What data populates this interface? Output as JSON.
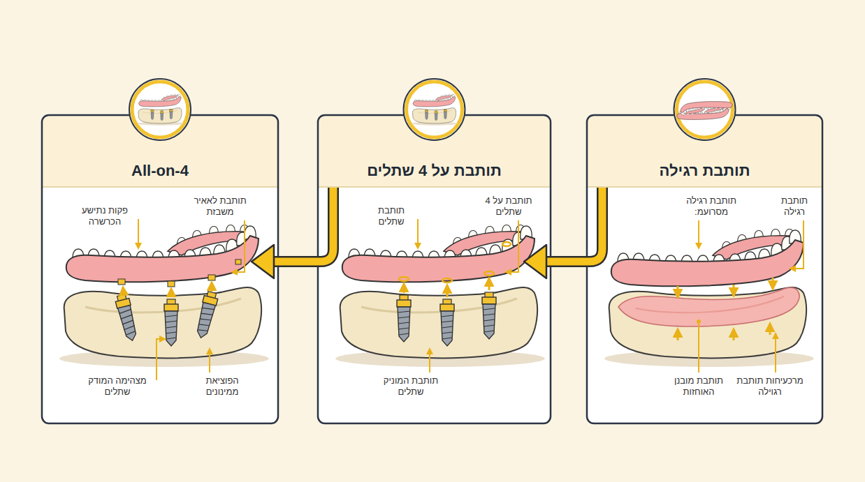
{
  "diagram": {
    "nodes": [
      {
        "text": [
          "תותבת רגילה"
        ]
      },
      {
        "text": [
          "תותבת על 4 שתלים"
        ]
      },
      {
        "text": [
          "All-on-4"
        ]
      }
    ],
    "edges": [
      {
        "from": 0,
        "to": 1,
        "arrow": "to"
      },
      {
        "from": 1,
        "to": 2,
        "arrow": "to"
      }
    ],
    "labels": [
      "תותבת רגילה",
      "תותבת רגילה מסרועמ:",
      "מרכעיחות תותבת רגוילה",
      "תותבת מובנן האוחזות",
      "תותבת על 4 שתלים",
      "תותבת שתלים",
      "תותבת המוניק שתלים",
      "תותבת לאאיר משבזת",
      "פקות נתישע הכרשרה",
      "מצהימה המודק שתלים",
      "הפוציאת ממינונים"
    ]
  }
}
